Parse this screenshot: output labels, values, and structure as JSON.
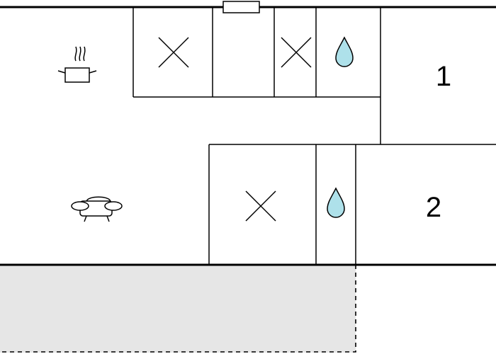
{
  "colors": {
    "wall": "#000000",
    "terrace_fill": "#e6e6e6",
    "water_drop": "#aee1ea",
    "background": "#ffffff"
  },
  "rooms": [
    {
      "id": "bedroom-1",
      "label": "1"
    },
    {
      "id": "bedroom-2",
      "label": "2"
    }
  ],
  "icons": [
    "cooking-pot-icon",
    "sofa-icon",
    "storage-cross-icon",
    "water-drop-icon",
    "window-marker"
  ]
}
